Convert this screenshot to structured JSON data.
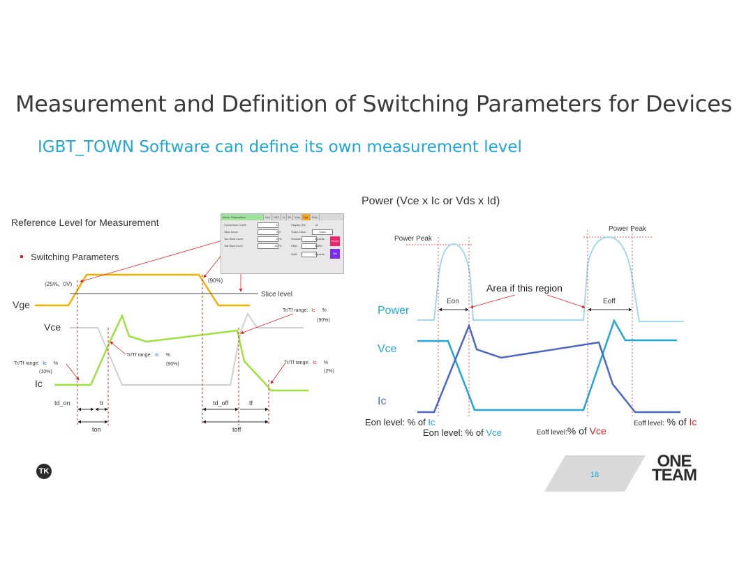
{
  "slide": {
    "title": "Measurement and Definition of Switching Parameters for Devices",
    "subtitle": "IGBT_TOWN Software can define its own measurement level",
    "page_number": "18",
    "brand": [
      "ONE",
      "TEAM"
    ],
    "logo_mark": "TK"
  },
  "left_diagram": {
    "heading": "Reference Level for Measurement",
    "bullet": "Switching Parameters",
    "signals": {
      "vge": "Vge",
      "vce": "Vce",
      "ic": "Ic"
    },
    "slice_label": "Slice level",
    "annotations": {
      "pct_25_0v": "(25%、0V)",
      "pct_90_top": "(90%)",
      "trtf_top_right": "Tr/Tf range:",
      "trtf_top_right_sig": "Ic",
      "trtf_top_right_pct": "%",
      "pct_90_right": "(90%)",
      "trtf_mid": "Tr/Tf range:",
      "trtf_mid_sig": "Ic",
      "trtf_mid_pct": "%",
      "pct_90_mid": "(90%)",
      "trtf_left": "Tr/Tf range:",
      "trtf_left_sig": "Ic",
      "trtf_left_pct": "%",
      "pct_10": "(10%)",
      "trtf_low_right": "Tr/Tf range:",
      "trtf_low_right_sig": "Ic",
      "trtf_low_right_pct": "%",
      "pct_2": "(2%)"
    },
    "timing": {
      "td_on": "td_on",
      "tr": "tr",
      "ton": "ton",
      "td_off": "td_off",
      "tf": "tf",
      "toff": "toff"
    },
    "panel": {
      "tabs": [
        "Meas. Parameters",
        "Vce",
        "VEC",
        "Ic",
        "IE",
        "Vcin",
        "Vge",
        "Pow"
      ],
      "fields_left": [
        {
          "label": "Conversion Coeff.:",
          "value": "1"
        },
        {
          "label": "Slice Level:",
          "value": "0",
          "unit": "V"
        },
        {
          "label": "Ton Start Level:",
          "value": "0",
          "unit": "%"
        },
        {
          "label": "Toff Start Level:",
          "value": "50",
          "unit": "%"
        }
      ],
      "fields_right": [
        {
          "label": "Display ON:",
          "value": "☑"
        },
        {
          "label": "Trace Color:",
          "value": "Cyan"
        },
        {
          "label": "Smooth:",
          "value": "0",
          "unit": "points"
        },
        {
          "label": "Filter:",
          "value": "0",
          "unit": "MHz"
        },
        {
          "label": "Shift:",
          "value": "0",
          "unit": "points"
        }
      ],
      "buttons": [
        "Reset",
        "Set"
      ]
    }
  },
  "right_diagram": {
    "heading": "Power (Vce x Ic  or  Vds x Id)",
    "power_peak_left": "Power Peak",
    "power_peak_right": "Power Peak",
    "area_label": "Area if this region",
    "eon": "Eon",
    "eoff": "Eoff",
    "signals": {
      "power": "Power",
      "vce": "Vce",
      "ic": "Ic"
    },
    "eon_level_ic": {
      "prefix": "Eon level: % of ",
      "sig": "Ic"
    },
    "eon_level_vce": {
      "prefix": "Eon level: % of ",
      "sig": "Vce"
    },
    "eoff_level_vce": {
      "prefix": "Eoff level:",
      "mid": "% of ",
      "sig": "Vce"
    },
    "eoff_level_ic": {
      "prefix": "Eoff level:",
      "mid": " % of ",
      "sig": "Ic"
    }
  },
  "colors": {
    "vge": "#f4b000",
    "vce_left": "#c8c8c8",
    "ic_left": "#9be33a",
    "power": "#9fd8ee",
    "vce_right": "#1ea7d6",
    "ic_right": "#4a66c4",
    "marker": "#e02020",
    "accent": "#1ea7d6"
  }
}
